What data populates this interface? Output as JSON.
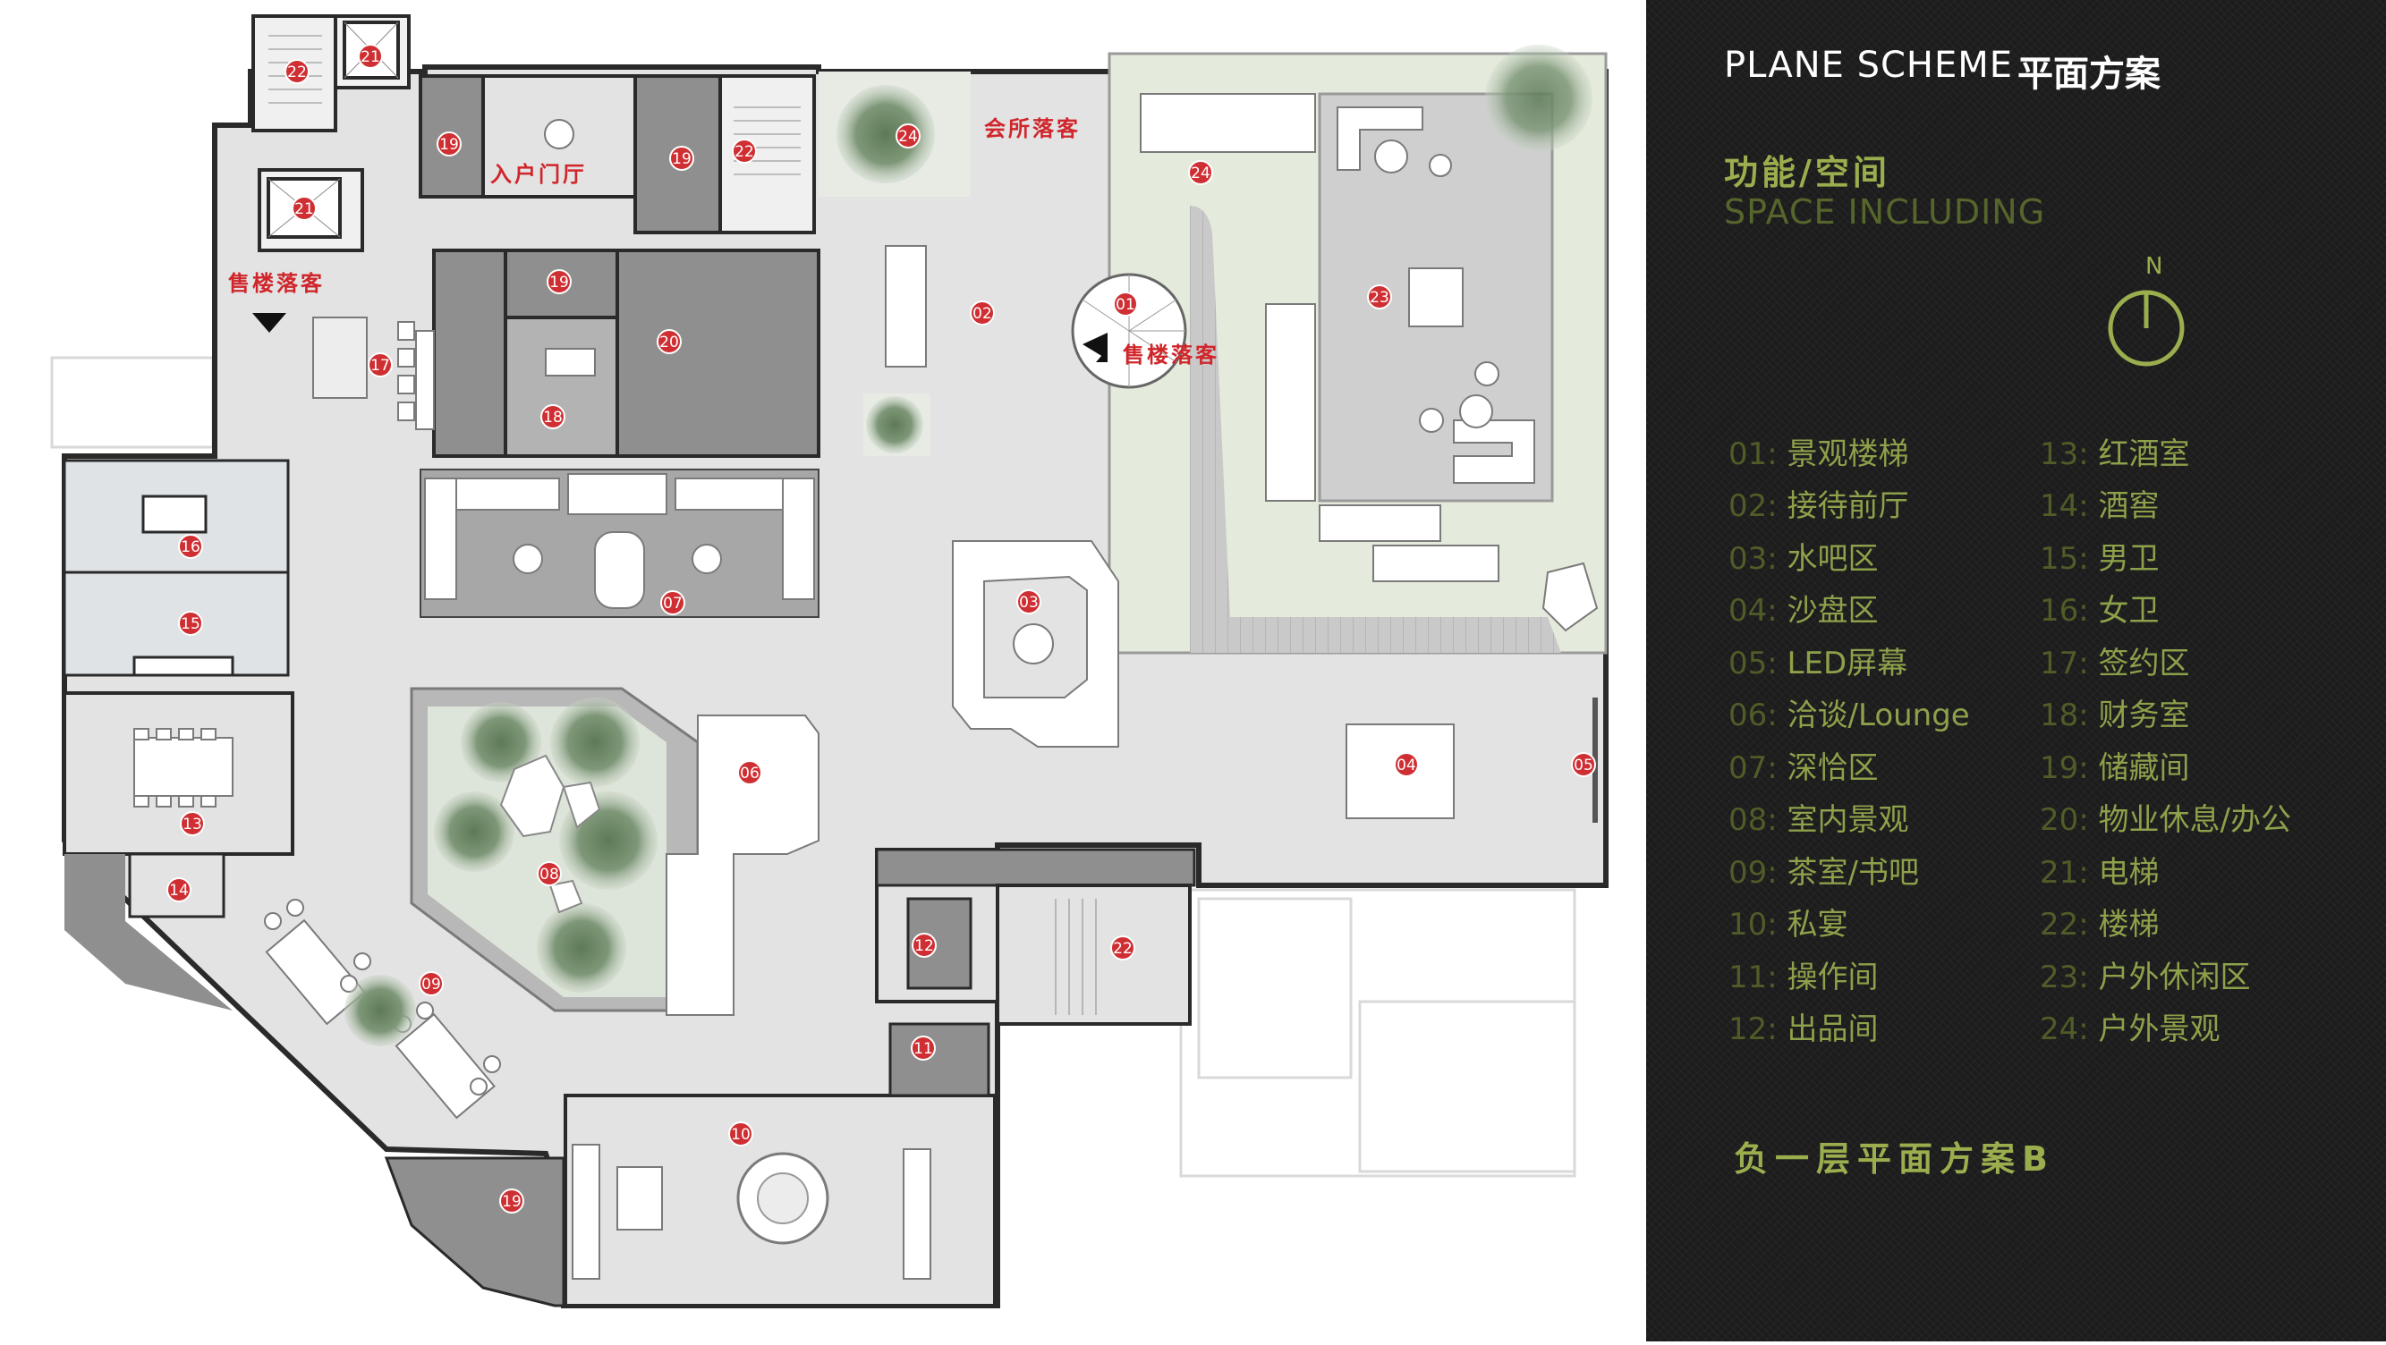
{
  "header": {
    "title_en": "PLANE SCHEME",
    "title_cn": "平面方案"
  },
  "subheader": {
    "cn": "功能/空间",
    "en": "SPACE INCLUDING"
  },
  "compass": {
    "label": "N"
  },
  "legend": [
    {
      "num": "01:",
      "label": "景观楼梯"
    },
    {
      "num": "02:",
      "label": "接待前厅"
    },
    {
      "num": "03:",
      "label": "水吧区"
    },
    {
      "num": "04:",
      "label": "沙盘区"
    },
    {
      "num": "05:",
      "label": "LED屏幕"
    },
    {
      "num": "06:",
      "label": "洽谈/Lounge"
    },
    {
      "num": "07:",
      "label": "深恰区"
    },
    {
      "num": "08:",
      "label": "室内景观"
    },
    {
      "num": "09:",
      "label": "茶室/书吧"
    },
    {
      "num": "10:",
      "label": "私宴"
    },
    {
      "num": "11:",
      "label": "操作间"
    },
    {
      "num": "12:",
      "label": "出品间"
    },
    {
      "num": "13:",
      "label": "红酒室"
    },
    {
      "num": "14:",
      "label": "酒窖"
    },
    {
      "num": "15:",
      "label": "男卫"
    },
    {
      "num": "16:",
      "label": "女卫"
    },
    {
      "num": "17:",
      "label": "签约区"
    },
    {
      "num": "18:",
      "label": "财务室"
    },
    {
      "num": "19:",
      "label": "储藏间"
    },
    {
      "num": "20:",
      "label": "物业休息/办公"
    },
    {
      "num": "21:",
      "label": "电梯"
    },
    {
      "num": "22:",
      "label": "楼梯"
    },
    {
      "num": "23:",
      "label": "户外休闲区"
    },
    {
      "num": "24:",
      "label": "户外景观"
    }
  ],
  "footer": "负一层平面方案B",
  "plan": {
    "labels": {
      "sales_drop_left": "售楼落客",
      "entrance_hall": "入户门厅",
      "club_drop": "会所落客",
      "sales_drop_right": "售楼落客"
    },
    "markers": [
      "01",
      "02",
      "03",
      "04",
      "05",
      "06",
      "07",
      "08",
      "09",
      "10",
      "11",
      "12",
      "13",
      "14",
      "15",
      "16",
      "17",
      "18",
      "19",
      "19",
      "19",
      "19",
      "19",
      "20",
      "21",
      "21",
      "22",
      "22",
      "22",
      "23",
      "24",
      "24"
    ]
  },
  "colors": {
    "panel_bg": "#1c1c1c",
    "accent_green": "#9aae4e",
    "dim_green": "#56652c",
    "marker_red": "#cf2f33",
    "floor_gray": "#e3e3e3",
    "room_dark": "#8f8f8f"
  }
}
